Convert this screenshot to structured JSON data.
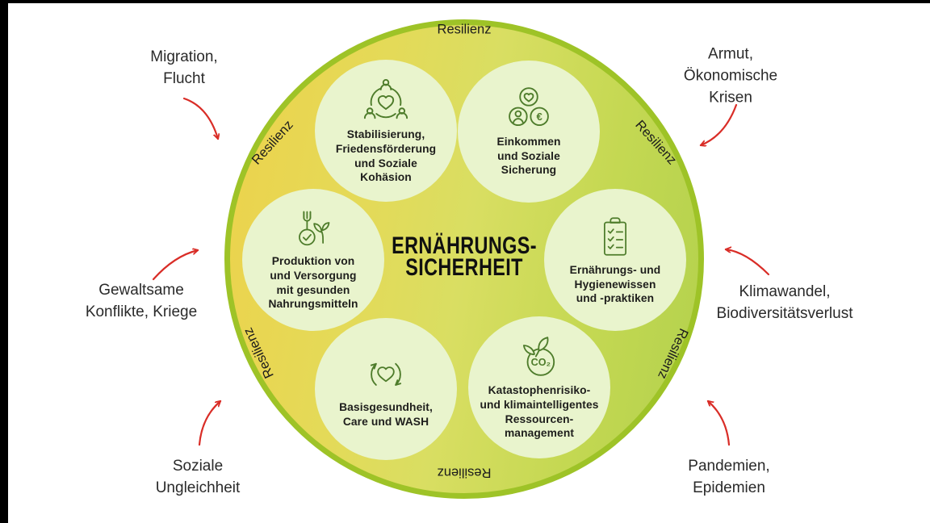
{
  "center_title": {
    "text": "ERNÄHRUNGS-\nSICHERHEIT"
  },
  "resilienz": {
    "label": "Resilienz"
  },
  "circles": [
    {
      "icon": "community-heart-icon",
      "text": "Stabilisierung,\nFriedensförderung\nund Soziale\nKohäsion"
    },
    {
      "icon": "income-social-security-icon",
      "text": "Einkommen\nund Soziale\nSicherung"
    },
    {
      "icon": "healthy-food-production-icon",
      "text": "Produktion von\nund Versorgung\nmit gesunden\nNahrungsmitteln"
    },
    {
      "icon": "checklist-clipboard-icon",
      "text": "Ernährungs- und\nHygienewissen\nund -praktiken"
    },
    {
      "icon": "health-cycle-heart-icon",
      "text": "Basisgesundheit,\nCare und WASH"
    },
    {
      "icon": "co2-leaf-icon",
      "text": "Katastophenrisiko-\nund klimaintelligentes\nRessourcen-\nmanagement"
    }
  ],
  "external_factors": [
    {
      "text": "Migration,\nFlucht"
    },
    {
      "text": "Armut,\nÖkonomische\nKrisen"
    },
    {
      "text": "Gewaltsame\nKonflikte, Kriege"
    },
    {
      "text": "Klimawandel,\nBiodiversitätsverlust"
    },
    {
      "text": "Soziale\nUngleichheit"
    },
    {
      "text": "Pandemien,\nEpidemien"
    }
  ],
  "icon_glyphs": {
    "euro_symbol": "€",
    "co2_label": "CO₂"
  },
  "colors": {
    "circle_border": "#9ec327",
    "gradient_left": "#edd24b",
    "gradient_right": "#b2d14d",
    "bubble_fill": "#e9f4cd",
    "icon_green": "#4e7c2b",
    "arrow_red": "#d92d27",
    "frame_black": "#000000"
  }
}
